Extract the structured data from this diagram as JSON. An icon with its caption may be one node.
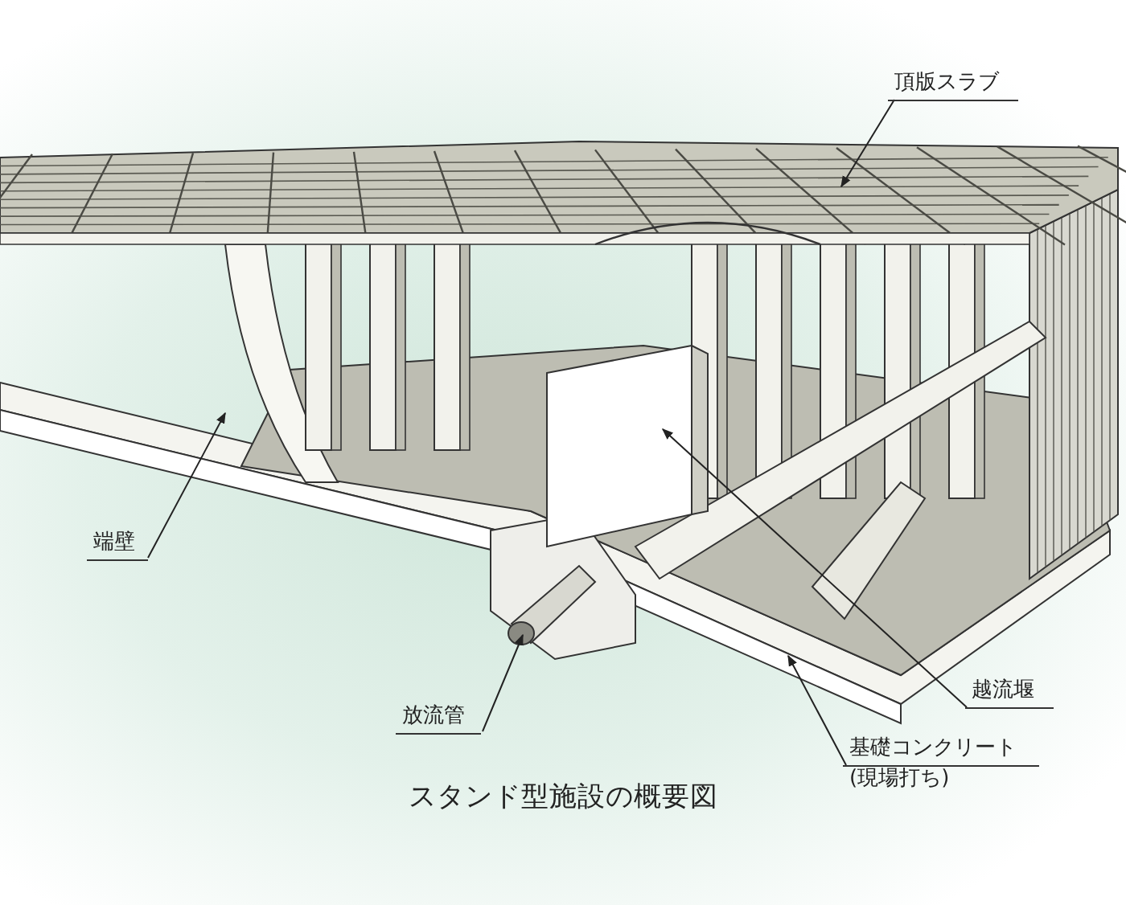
{
  "diagram": {
    "title": "スタンド型施設の概要図",
    "nodes": [
      {
        "text": [
          "頂版スラブ"
        ]
      },
      {
        "text": [
          "端壁"
        ]
      },
      {
        "text": [
          "放流管"
        ]
      },
      {
        "text": [
          "越流堰"
        ]
      },
      {
        "text": [
          "基礎コンクリート",
          "(現場打ち)"
        ]
      }
    ],
    "edges": [
      {
        "from": 0,
        "to": null,
        "arrow": "to"
      },
      {
        "from": 1,
        "to": null,
        "arrow": "to"
      },
      {
        "from": 2,
        "to": null,
        "arrow": "to"
      },
      {
        "from": 3,
        "to": null,
        "arrow": "to"
      },
      {
        "from": 4,
        "to": null,
        "arrow": "to"
      }
    ]
  }
}
